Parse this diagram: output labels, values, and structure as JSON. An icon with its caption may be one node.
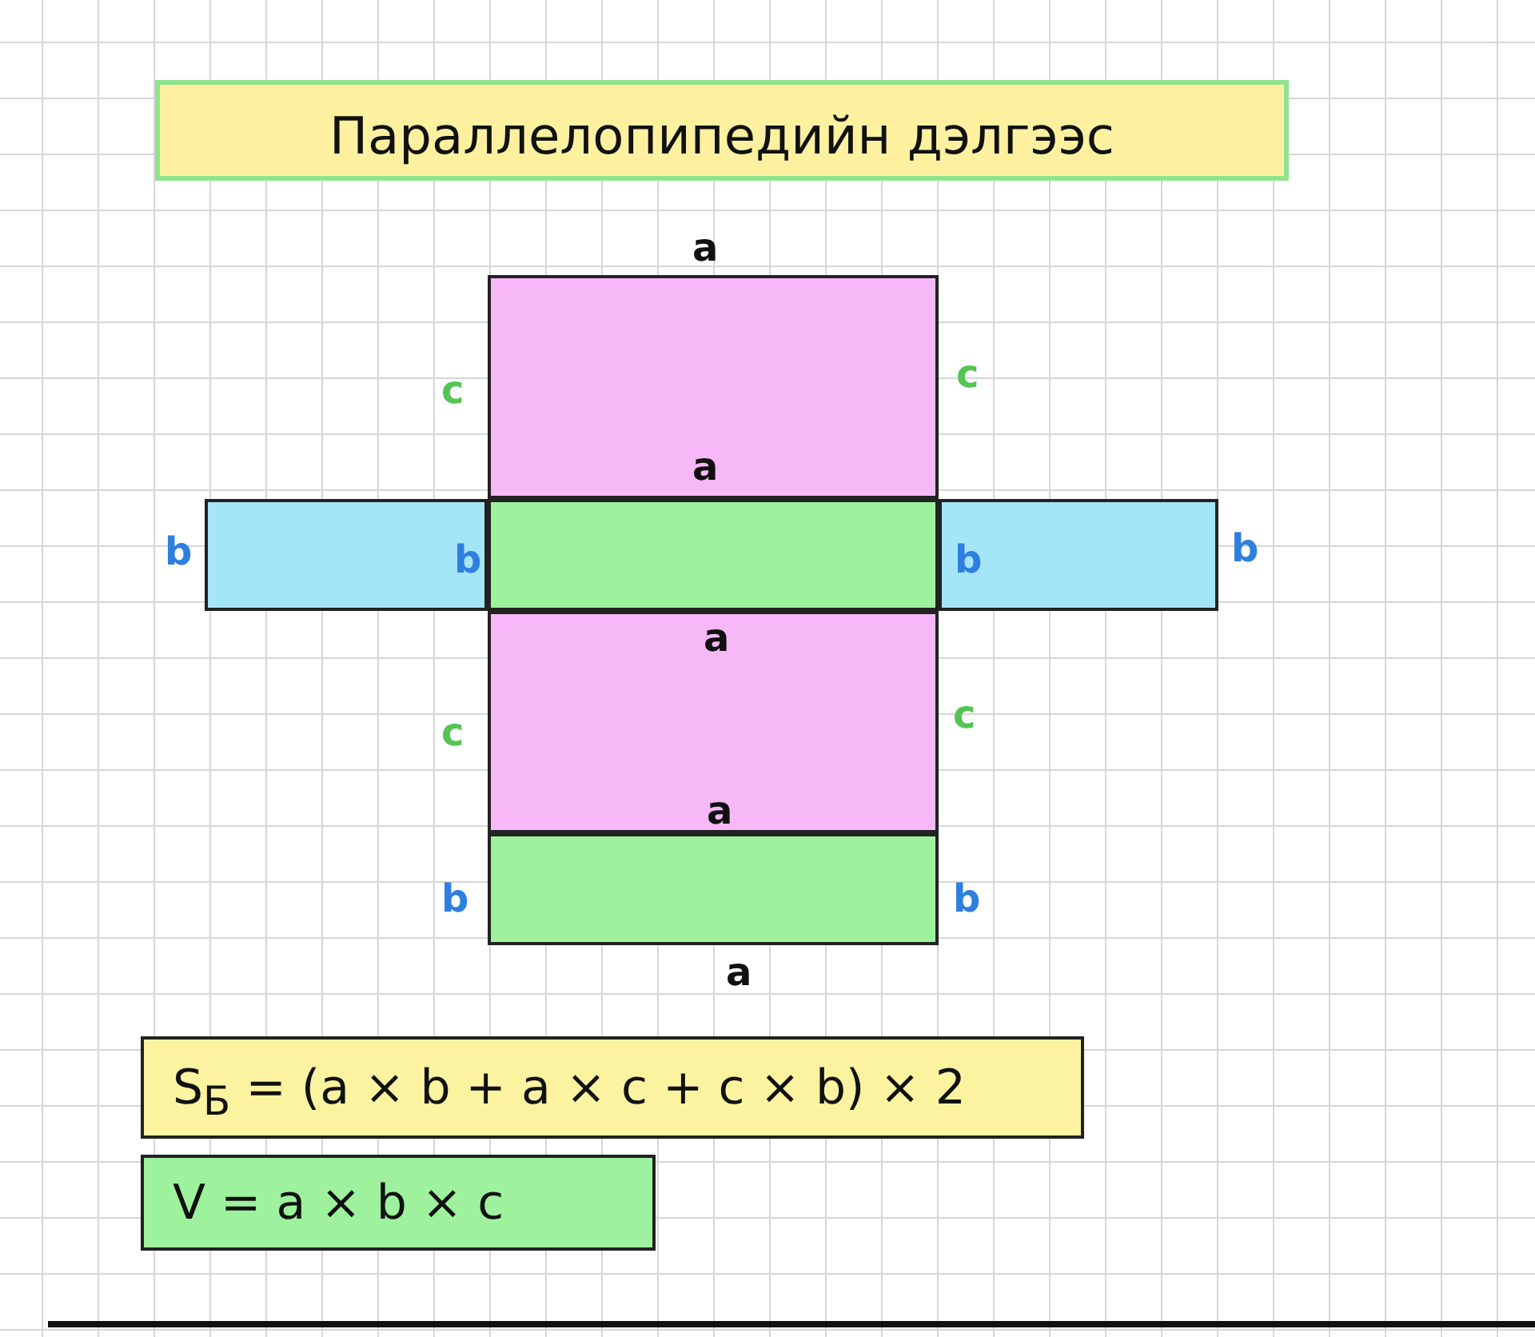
{
  "diagram": {
    "nodes": [
      {
        "text": [
          "Параллелопипедийн дэлгээс"
        ]
      },
      {
        "text": [
          "a"
        ],
        "beside": [
          "a",
          "c",
          "c"
        ]
      },
      {
        "text": [
          "b"
        ],
        "beside": [
          "b"
        ]
      },
      {
        "text": [],
        "shape": "box"
      },
      {
        "text": [
          "b"
        ],
        "beside": [
          "b"
        ]
      },
      {
        "text": [
          "a",
          "a"
        ],
        "beside": [
          "c",
          "c"
        ]
      },
      {
        "text": [],
        "shape": "box",
        "beside": [
          "b",
          "b",
          "a"
        ]
      },
      {
        "text": [
          "S$_{Б}$ = (a × b + a × c + c × b) × 2"
        ]
      },
      {
        "text": [
          "V = a × b × c"
        ]
      }
    ],
    "edges": []
  }
}
